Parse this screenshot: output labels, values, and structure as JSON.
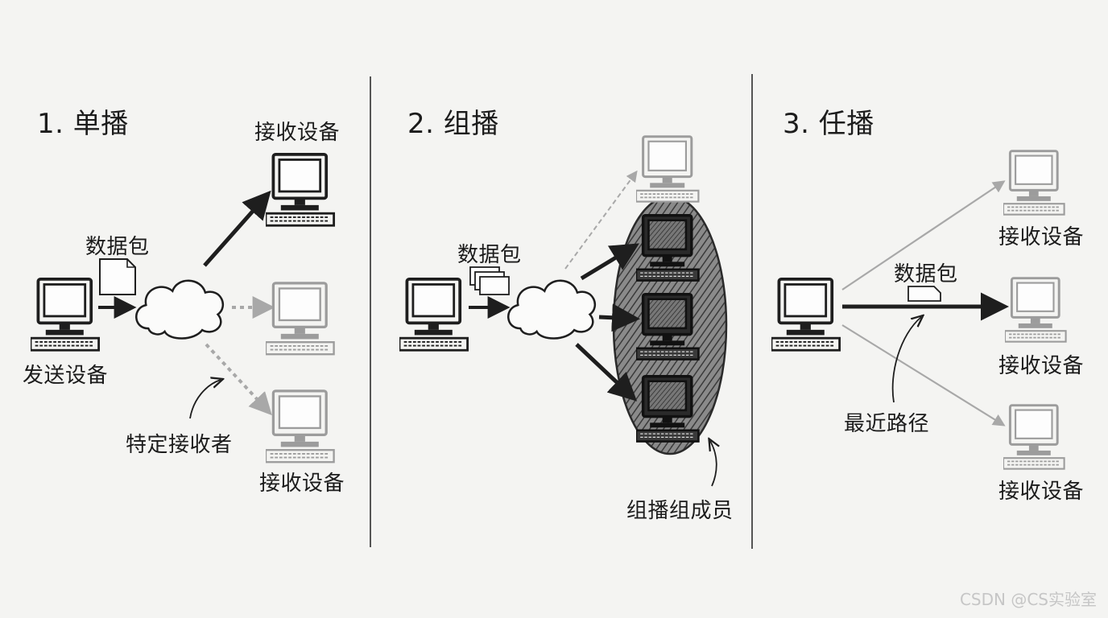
{
  "panels": [
    {
      "title": "1. 单播",
      "packet_label": "数据包",
      "sender_label": "发送设备",
      "receiver_top_label": "接收设备",
      "receiver_bottom_label": "接收设备",
      "annotation": "特定接收者"
    },
    {
      "title": "2. 组播",
      "packet_label": "数据包",
      "annotation": "组播组成员"
    },
    {
      "title": "3. 任播",
      "packet_label": "数据包",
      "receiver_top_label": "接收设备",
      "receiver_middle_label": "接收设备",
      "receiver_bottom_label": "接收设备",
      "annotation": "最近路径"
    }
  ],
  "watermark": "CSDN @CS实验室",
  "colors": {
    "ink": "#1e1e1e",
    "faded": "#a8a8a8",
    "background": "#f4f4f2"
  }
}
